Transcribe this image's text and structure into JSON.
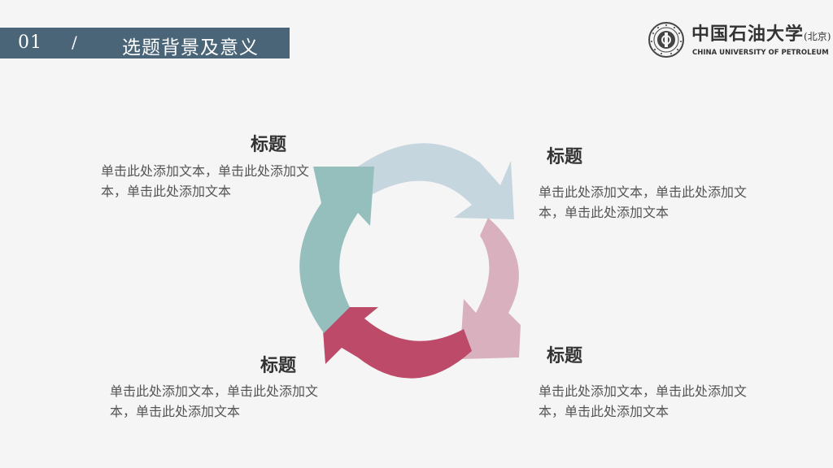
{
  "header": {
    "number": "01",
    "separator": "/",
    "title": "选题背景及意义"
  },
  "logo": {
    "name_cn": "中国石油大学",
    "name_cn_sub": "(北京)",
    "name_en": "CHINA UNIVERSITY OF PETROLEUM"
  },
  "colors": {
    "header_bar": "#4a6478",
    "arrow_top": "#c5d6de",
    "arrow_right": "#d8b0be",
    "arrow_bottom": "#bc4a68",
    "arrow_left": "#94bfbc"
  },
  "items": [
    {
      "title": "标题",
      "text": "单击此处添加文本，单击此处添加文本，单击此处添加文本"
    },
    {
      "title": "标题",
      "text": "单击此处添加文本，单击此处添加文本，单击此处添加文本"
    },
    {
      "title": "标题",
      "text": "单击此处添加文本，单击此处添加文本，单击此处添加文本"
    },
    {
      "title": "标题",
      "text": "单击此处添加文本，单击此处添加文本，单击此处添加文本"
    }
  ]
}
